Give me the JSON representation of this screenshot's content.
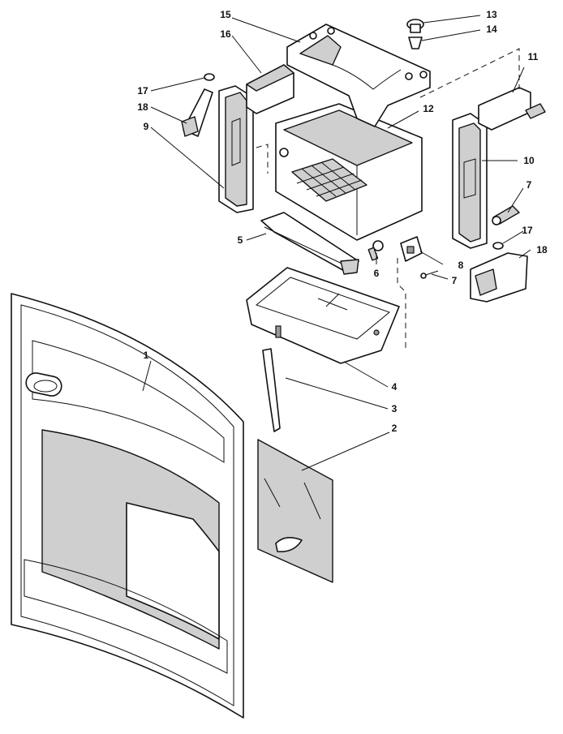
{
  "diagram": {
    "callouts": [
      {
        "id": "c1",
        "label": "1"
      },
      {
        "id": "c2",
        "label": "2"
      },
      {
        "id": "c3",
        "label": "3"
      },
      {
        "id": "c4",
        "label": "4"
      },
      {
        "id": "c5",
        "label": "5"
      },
      {
        "id": "c6",
        "label": "6"
      },
      {
        "id": "c7a",
        "label": "7"
      },
      {
        "id": "c7b",
        "label": "7"
      },
      {
        "id": "c8",
        "label": "8"
      },
      {
        "id": "c9",
        "label": "9"
      },
      {
        "id": "c10",
        "label": "10"
      },
      {
        "id": "c11",
        "label": "11"
      },
      {
        "id": "c12",
        "label": "12"
      },
      {
        "id": "c13",
        "label": "13"
      },
      {
        "id": "c14",
        "label": "14"
      },
      {
        "id": "c15",
        "label": "15"
      },
      {
        "id": "c16",
        "label": "16"
      },
      {
        "id": "c17a",
        "label": "17"
      },
      {
        "id": "c17b",
        "label": "17"
      },
      {
        "id": "c18a",
        "label": "18"
      },
      {
        "id": "c18b",
        "label": "18"
      }
    ]
  }
}
